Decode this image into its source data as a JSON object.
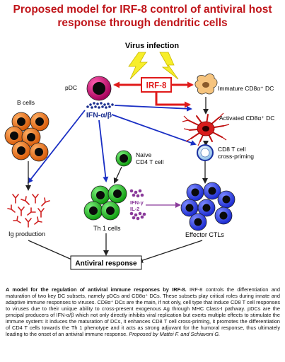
{
  "title": {
    "line1": "Proposed model for IRF-8 control of antiviral host",
    "line2": "response through dendritic cells"
  },
  "labels": {
    "virus_infection": "Virus infection",
    "pdc": "pDC",
    "irf8": "IRF-8",
    "immature_dc": "Immature CD8α⁺ DC",
    "ifn": "IFN-α/β",
    "activated_dc": "Activated CD8α⁺ DC",
    "b_cells": "B cells",
    "naive_line1": "Naïve",
    "naive_line2": "CD4 T cell",
    "cd8_line1": "CD8 T cell",
    "cd8_line2": "cross-priming",
    "ifn_gamma": "IFN-γ",
    "il2": "IL-2",
    "ig_production": "Ig production",
    "th1": "Th 1 cells",
    "effector_ctls": "Effector CTLs",
    "antiviral_response": "Antiviral response"
  },
  "caption": {
    "lead": "A model for the regulation of antiviral immune responses by IRF-8.",
    "body": " IRF-8 controls the differentiation and maturation of two key DC subsets, namely pDCs and CD8α⁺ DCs. These subsets play critical roles during innate and adaptive immune responses to viruses. CD8α⁺ DCs are the main, if not only, cell type that induce CD8 T cell responses to viruses due to their unique ability to cross-present exogenous Ag through MHC Class-I pathway. pDCs are the prncipal producers of IFN-α/β which not only directly inhibits viral replication but exerts multiple effects to stimulate the immune system: it induces the maturation of DCs, it enhances CD8 T cell cross-priming, it promotes the differentiation of CD4 T cells towards the Th 1 phenotype and it acts as strong adjuvant for the humoral response, thus ultimately leading to the onset of an antiviral immune response.",
    "credit": " Proposed by Mattei F. and Schiavoni G."
  },
  "colors": {
    "title_red": "#c0161b",
    "blue_arrow": "#1a2fc4",
    "red_arrow": "#e01a1a",
    "pdc_magenta": "#c8106e",
    "b_cell_orange": "#f07a1c",
    "th1_green": "#1fb81f",
    "ctl_blue": "#2a40e0",
    "ifn_navy": "#1b2f8f",
    "cytokine_purple": "#8a3a9a",
    "immature_dc": "#f6c47e",
    "activated_dc": "#d81c1c",
    "lightning_yellow": "#f7ee2a"
  }
}
